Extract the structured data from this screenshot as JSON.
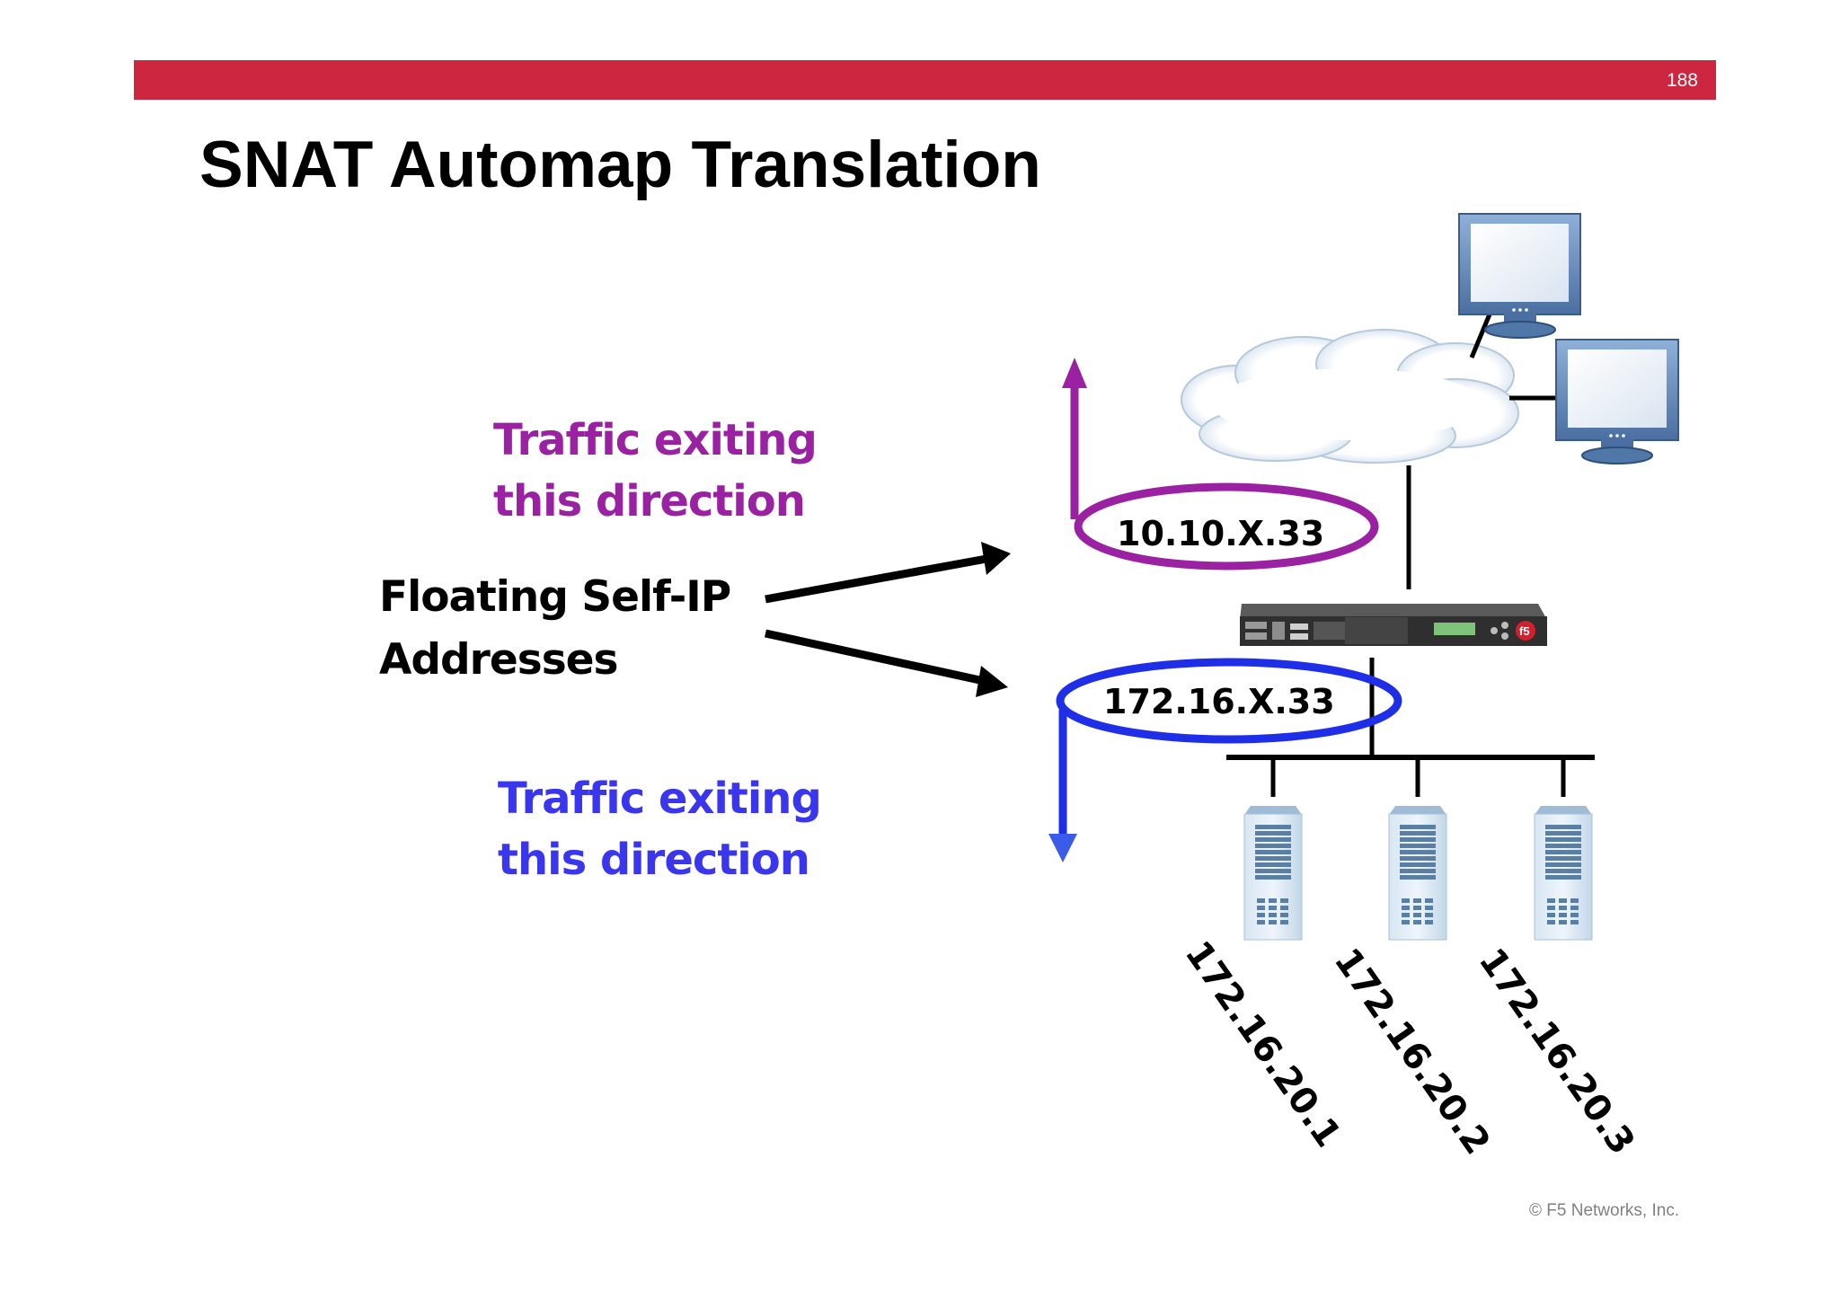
{
  "slide": {
    "page_number": "188",
    "title": "SNAT Automap Translation",
    "copyright": "© F5 Networks, Inc."
  },
  "labels": {
    "external_traffic": {
      "line1": "Traffic exiting",
      "line2": "this direction"
    },
    "floating_self_ip": {
      "line1": "Floating Self-IP",
      "line2": "Addresses"
    },
    "internal_traffic": {
      "line1": "Traffic exiting",
      "line2": "this direction"
    }
  },
  "network": {
    "external_self_ip": "10.10.X.33",
    "internal_self_ip": "172.16.X.33",
    "servers": [
      {
        "ip": "172.16.20.1"
      },
      {
        "ip": "172.16.20.2"
      },
      {
        "ip": "172.16.20.3"
      }
    ]
  },
  "colors": {
    "banner": "#cc2640",
    "external_highlight": "#9a22a2",
    "internal_highlight": "#1f2fe8",
    "internal_text": "#3a36ee"
  }
}
